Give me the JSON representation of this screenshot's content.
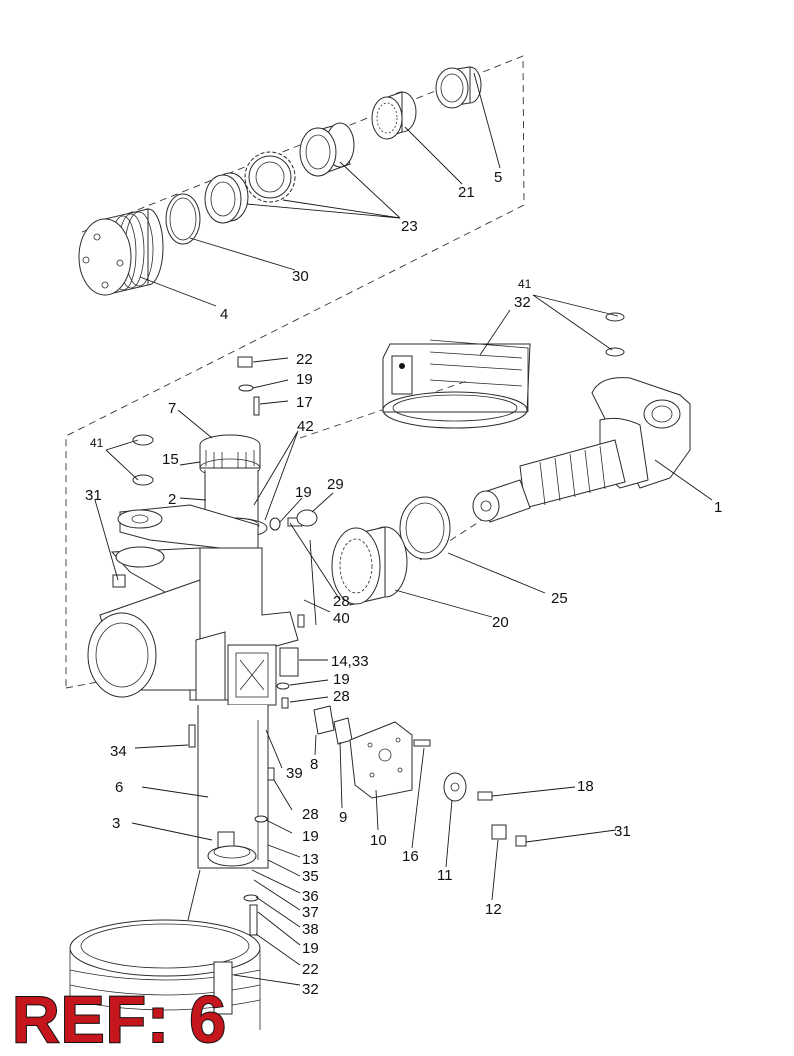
{
  "callouts": [
    {
      "id": "c5",
      "text": "5"
    },
    {
      "id": "c21",
      "text": "21"
    },
    {
      "id": "c23",
      "text": "23"
    },
    {
      "id": "c30",
      "text": "30"
    },
    {
      "id": "c4",
      "text": "4"
    },
    {
      "id": "c41a",
      "text": "41"
    },
    {
      "id": "c32a",
      "text": "32"
    },
    {
      "id": "c22a",
      "text": "22"
    },
    {
      "id": "c19a",
      "text": "19"
    },
    {
      "id": "c17",
      "text": "17"
    },
    {
      "id": "c7",
      "text": "7"
    },
    {
      "id": "c42",
      "text": "42"
    },
    {
      "id": "c41b",
      "text": "41"
    },
    {
      "id": "c15",
      "text": "15"
    },
    {
      "id": "c31a",
      "text": "31"
    },
    {
      "id": "c2",
      "text": "2"
    },
    {
      "id": "c19b",
      "text": "19"
    },
    {
      "id": "c29",
      "text": "29"
    },
    {
      "id": "c1",
      "text": "1"
    },
    {
      "id": "c28a",
      "text": "28"
    },
    {
      "id": "c40",
      "text": "40"
    },
    {
      "id": "c20",
      "text": "20"
    },
    {
      "id": "c25",
      "text": "25"
    },
    {
      "id": "c1433",
      "text": "14,33"
    },
    {
      "id": "c19c",
      "text": "19"
    },
    {
      "id": "c28b",
      "text": "28"
    },
    {
      "id": "c34",
      "text": "34"
    },
    {
      "id": "c39",
      "text": "39"
    },
    {
      "id": "c6",
      "text": "6"
    },
    {
      "id": "c8",
      "text": "8"
    },
    {
      "id": "c28c",
      "text": "28"
    },
    {
      "id": "c9",
      "text": "9"
    },
    {
      "id": "c18",
      "text": "18"
    },
    {
      "id": "c3",
      "text": "3"
    },
    {
      "id": "c19d",
      "text": "19"
    },
    {
      "id": "c10",
      "text": "10"
    },
    {
      "id": "c16",
      "text": "16"
    },
    {
      "id": "c31b",
      "text": "31"
    },
    {
      "id": "c13",
      "text": "13"
    },
    {
      "id": "c35",
      "text": "35"
    },
    {
      "id": "c11",
      "text": "11"
    },
    {
      "id": "c36",
      "text": "36"
    },
    {
      "id": "c37",
      "text": "37"
    },
    {
      "id": "c12",
      "text": "12"
    },
    {
      "id": "c38",
      "text": "38"
    },
    {
      "id": "c19e",
      "text": "19"
    },
    {
      "id": "c22b",
      "text": "22"
    },
    {
      "id": "c32b",
      "text": "32"
    }
  ],
  "reference": {
    "label": "REF: 6"
  },
  "colors": {
    "ref_fill": "#c4161c",
    "ref_outline": "#111111",
    "line": "#2a2a2a"
  }
}
